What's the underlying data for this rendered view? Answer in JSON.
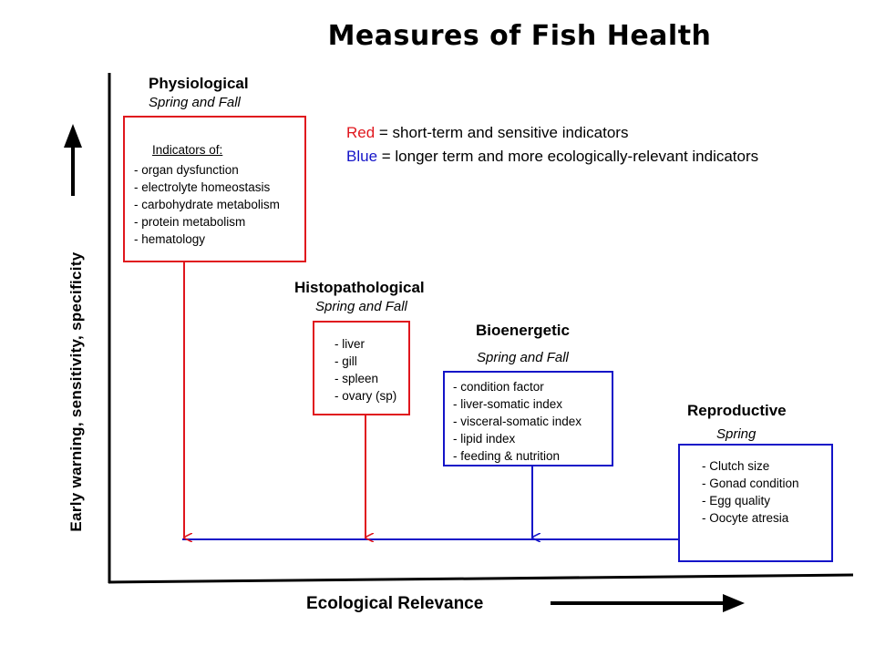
{
  "title": "Measures of Fish Health",
  "legend": {
    "red_word": "Red",
    "red_text": " = short-term and sensitive indicators",
    "blue_word": "Blue",
    "blue_text": " = longer term and more ecologically-relevant indicators",
    "red_color": "#e0161d",
    "blue_color": "#1414c8"
  },
  "axes": {
    "y_label": "Early warning, sensitivity, specificity",
    "x_label": "Ecological Relevance"
  },
  "categories": {
    "physiological": {
      "name": "Physiological",
      "season": "Spring and Fall",
      "heading": "Indicators of:",
      "items": [
        "- organ dysfunction",
        "- electrolyte homeostasis",
        "- carbohydrate metabolism",
        "- protein metabolism",
        "- hematology"
      ]
    },
    "histopathological": {
      "name": "Histopathological",
      "season": "Spring and Fall",
      "items": [
        "- liver",
        "- gill",
        "- spleen",
        "- ovary (sp)"
      ]
    },
    "bioenergetic": {
      "name": "Bioenergetic",
      "season": "Spring and Fall",
      "items": [
        "- condition factor",
        "- liver-somatic index",
        "- visceral-somatic index",
        "- lipid index",
        "- feeding & nutrition"
      ]
    },
    "reproductive": {
      "name": "Reproductive",
      "season": "Spring",
      "items": [
        "- Clutch size",
        "- Gonad condition",
        "- Egg quality",
        "- Oocyte atresia"
      ]
    }
  }
}
